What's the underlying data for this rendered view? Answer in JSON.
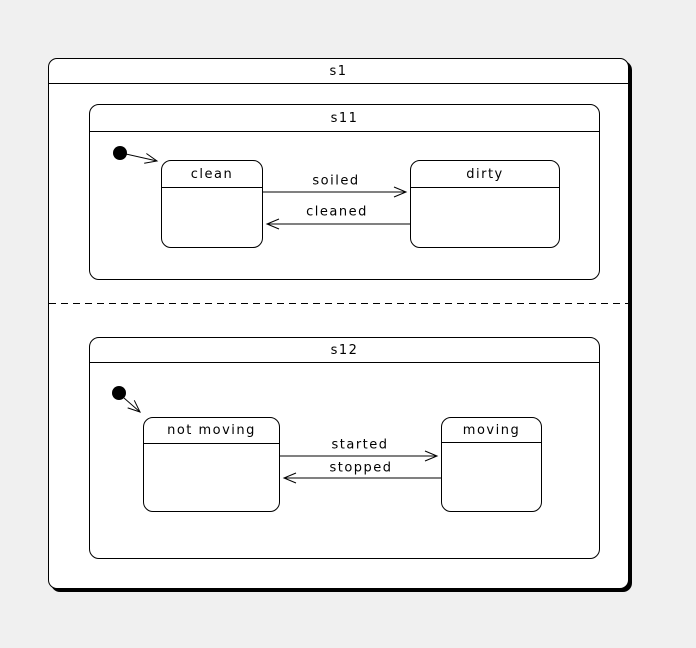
{
  "diagram": {
    "kind": "uml-statechart",
    "background_color": "#f0f0f0",
    "state_fill_color": "#ffffff",
    "stroke_color": "#000000"
  },
  "composite_state": {
    "name": "s1",
    "regions": [
      {
        "name": "s11",
        "initial_target": "clean",
        "states": [
          {
            "name": "clean"
          },
          {
            "name": "dirty"
          }
        ],
        "transitions": [
          {
            "label": "soiled",
            "from": "clean",
            "to": "dirty"
          },
          {
            "label": "cleaned",
            "from": "dirty",
            "to": "clean"
          }
        ]
      },
      {
        "name": "s12",
        "initial_target": "not moving",
        "states": [
          {
            "name": "not moving"
          },
          {
            "name": "moving"
          }
        ],
        "transitions": [
          {
            "label": "started",
            "from": "not moving",
            "to": "moving"
          },
          {
            "label": "stopped",
            "from": "moving",
            "to": "not moving"
          }
        ]
      }
    ]
  }
}
